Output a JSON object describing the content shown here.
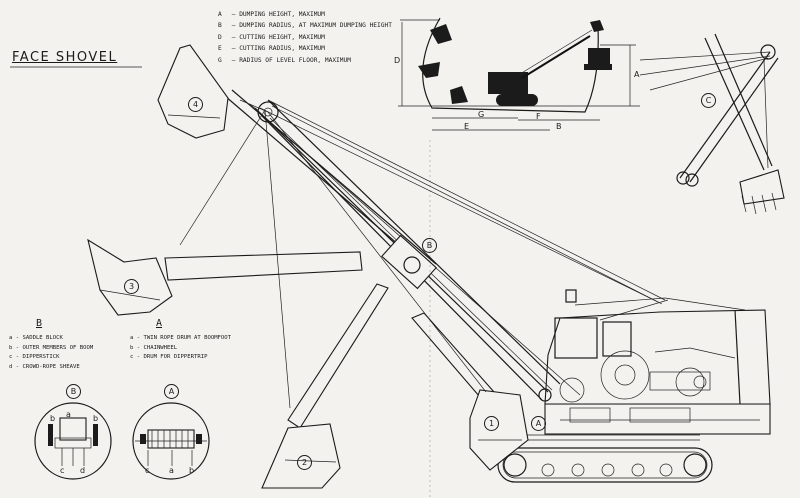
{
  "title": "FACE SHOVEL",
  "dimension_legend": [
    {
      "key": "A",
      "text": "DUMPING HEIGHT, MAXIMUM"
    },
    {
      "key": "B",
      "text": "DUMPING RADIUS, AT MAXIMUM DUMPING HEIGHT"
    },
    {
      "key": "D",
      "text": "CUTTING HEIGHT, MAXIMUM"
    },
    {
      "key": "E",
      "text": "CUTTING RADIUS, MAXIMUM"
    },
    {
      "key": "G",
      "text": "RADIUS OF LEVEL FLOOR, MAXIMUM"
    }
  ],
  "legend_b": {
    "heading": "B",
    "items": [
      "a - SADDLE BLOCK",
      "b - OUTER MEMBERS OF BOOM",
      "c - DIPPERSTICK",
      "d - CROWD-ROPE SHEAVE"
    ]
  },
  "legend_a": {
    "heading": "A",
    "items": [
      "a - TWIN ROPE DRUM AT BOOMFOOT",
      "b - CHAINWHEEL",
      "c - DRUM FOR DIPPERTRIP"
    ]
  },
  "positions": [
    "1",
    "2",
    "3",
    "4"
  ],
  "callouts": {
    "A": "A",
    "B": "B",
    "C": "C"
  },
  "detail_labels": {
    "a": "a",
    "b": "b",
    "c": "c",
    "d": "d"
  },
  "dim_letters": {
    "A": "A",
    "B": "B",
    "D": "D",
    "E": "E",
    "F": "F",
    "G": "G"
  }
}
